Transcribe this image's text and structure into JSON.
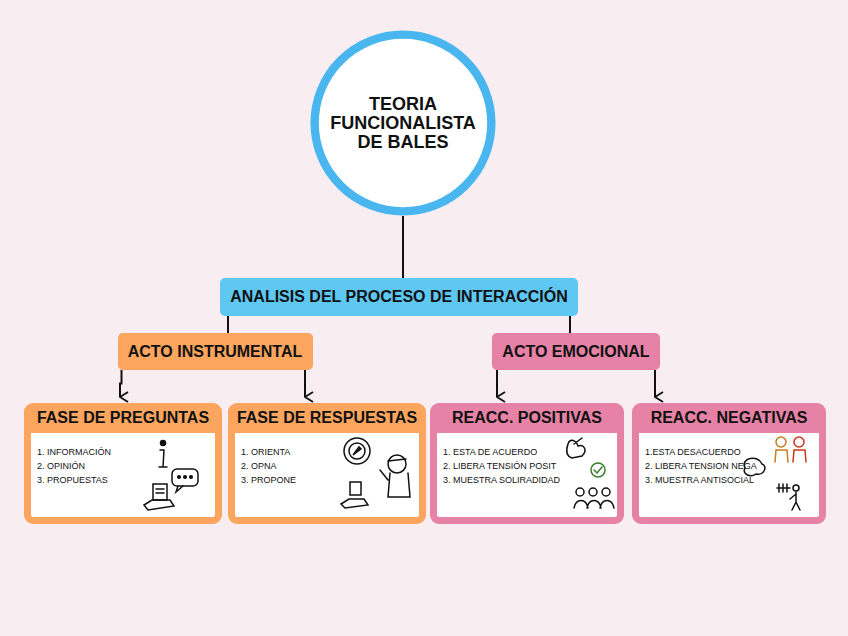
{
  "diagram": {
    "nodes": [
      {
        "text": [
          "TEORIA FUNCIONALISTA DE BALES"
        ]
      },
      {
        "text": [
          "ANALISIS DEL PROCESO DE INTERACCIÓN"
        ]
      },
      {
        "text": [
          "ACTO INSTRUMENTAL"
        ]
      },
      {
        "text": [
          "ACTO EMOCIONAL"
        ]
      },
      {
        "text": [
          "FASE DE PREGUNTAS",
          "1. INFORMACIÓN",
          "2. OPINIÓN",
          "3. PROPUESTAS"
        ]
      },
      {
        "text": [
          "FASE DE RESPUESTAS",
          "1. ORIENTA",
          "2. OPNA",
          "3. PROPONE"
        ]
      },
      {
        "text": [
          "REACC. POSITIVAS",
          "1. ESTA DE ACUERDO",
          "2. LIBERA TENSIÓN POSIT",
          "3. MUESTRA SOLIRADIDAD"
        ]
      },
      {
        "text": [
          "REACC. NEGATIVAS",
          "1.ESTA DESACUERDO",
          "2. LIBERA TENSION NEGA",
          "3. MUESTRA ANTISOCIAL"
        ]
      }
    ],
    "edges": [
      {
        "from": 0,
        "to": 1,
        "arrow": "none"
      },
      {
        "from": 1,
        "to": 2,
        "arrow": "none"
      },
      {
        "from": 1,
        "to": 3,
        "arrow": "none"
      },
      {
        "from": 2,
        "to": 4,
        "arrow": "to"
      },
      {
        "from": 2,
        "to": 5,
        "arrow": "to"
      },
      {
        "from": 3,
        "to": 6,
        "arrow": "to"
      },
      {
        "from": 3,
        "to": 7,
        "arrow": "to"
      }
    ]
  }
}
